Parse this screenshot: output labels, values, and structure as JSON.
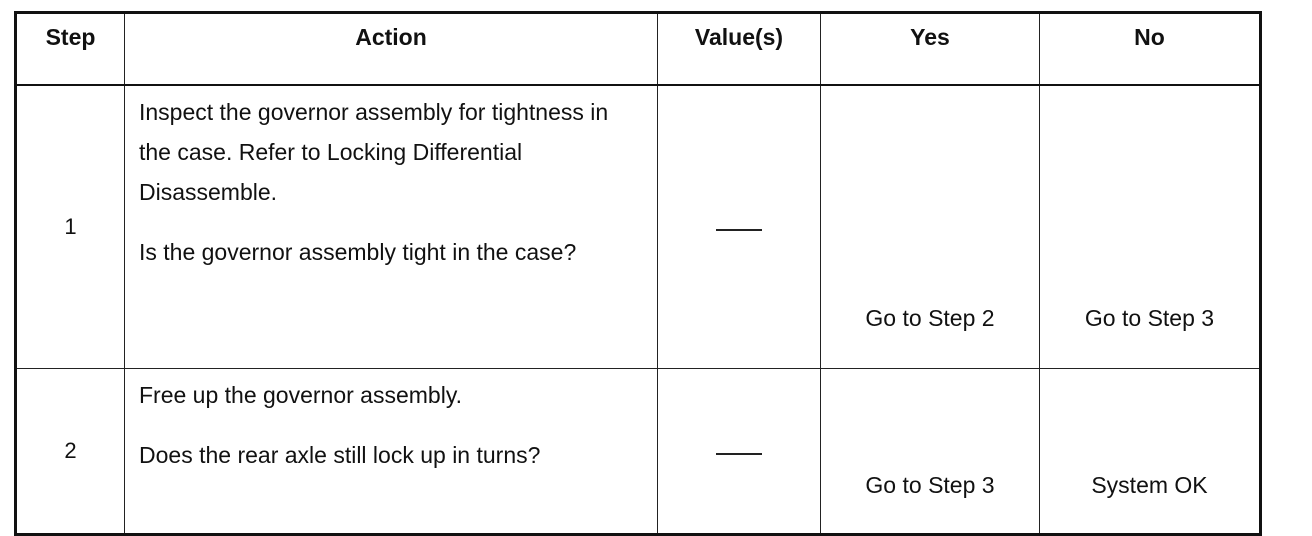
{
  "table": {
    "headers": {
      "step": "Step",
      "action": "Action",
      "values": "Value(s)",
      "yes": "Yes",
      "no": "No"
    },
    "rows": [
      {
        "step": "1",
        "action_lines": [
          "Inspect the governor assembly for tightness in the case. Refer to Locking Differential Disassemble.",
          "Is the governor assembly tight in the case?"
        ],
        "value": "",
        "yes": "Go to Step 2",
        "no": "Go to Step 3"
      },
      {
        "step": "2",
        "action_lines": [
          "Free up the governor assembly.",
          "Does the rear axle still lock up in turns?"
        ],
        "value": "",
        "yes": "Go to Step 3",
        "no": "System OK"
      }
    ]
  }
}
